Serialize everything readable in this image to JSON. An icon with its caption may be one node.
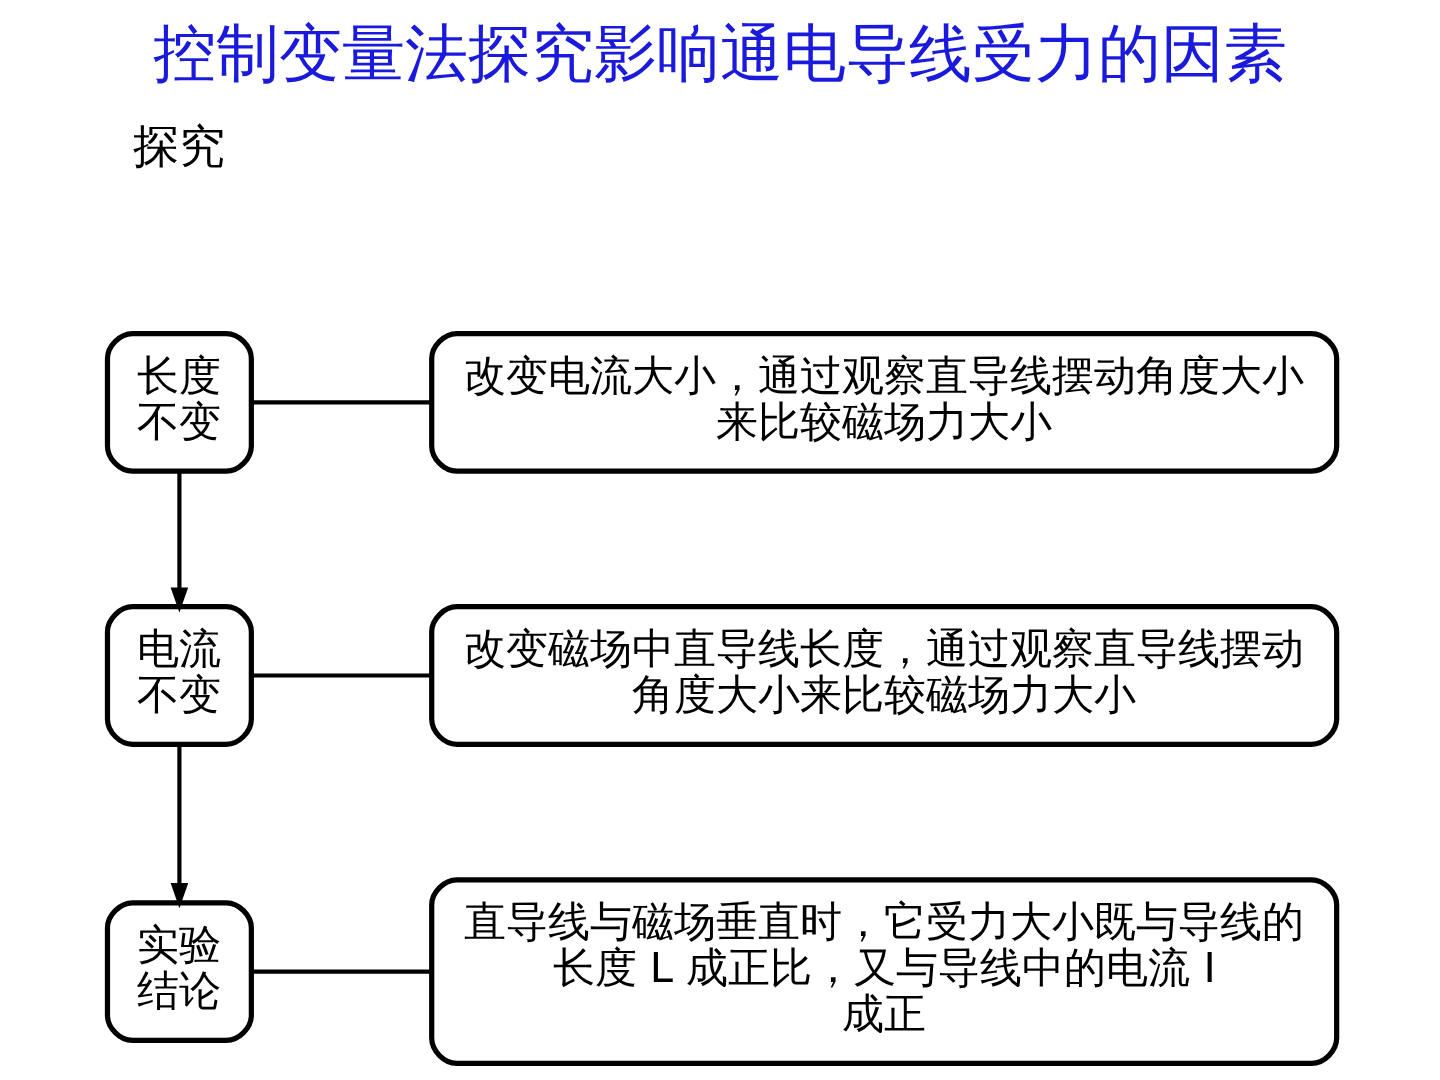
{
  "diagram": {
    "title": "控制变量法探究影响通电导线受力的因素",
    "nodes": [
      {
        "text": [
          "长度不变"
        ]
      },
      {
        "text": [
          "改变电流大小，通过观察直导线摆动角度大小来比较磁场力大小"
        ]
      },
      {
        "text": [
          "电流不变"
        ]
      },
      {
        "text": [
          "改变磁场中直导线长度，通过观察直导线摆动角度大小来比较磁场力大小"
        ]
      },
      {
        "text": [
          "实验结论"
        ]
      },
      {
        "text": [
          "直导线与磁场垂直时，它受力大小既与导线的长度 L 成正比，又与导线中的电流 I 成正"
        ]
      }
    ],
    "edges": [
      {
        "from": 0,
        "to": 1,
        "arrow": "none"
      },
      {
        "from": 0,
        "to": 2,
        "arrow": "to"
      },
      {
        "from": 2,
        "to": 3,
        "arrow": "none"
      },
      {
        "from": 2,
        "to": 4,
        "arrow": "to"
      },
      {
        "from": 4,
        "to": 5,
        "arrow": "none"
      }
    ],
    "labels": [
      "探究"
    ]
  }
}
